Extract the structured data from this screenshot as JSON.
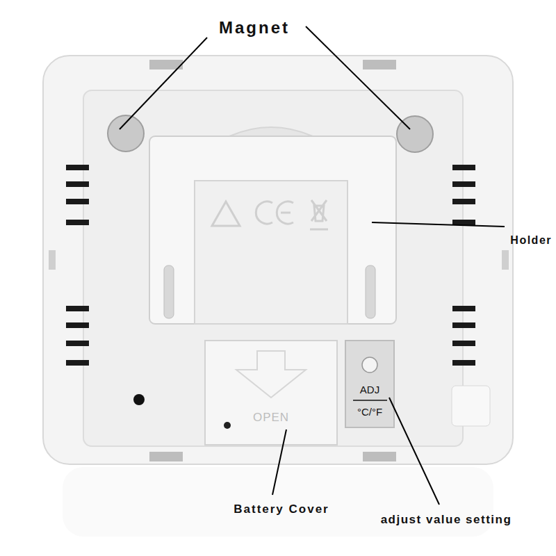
{
  "diagram": {
    "labels": [
      "Magnet",
      "Holder",
      "Battery Cover",
      "adjust value setting",
      "ADJ",
      "°C/°F",
      "OPEN"
    ]
  }
}
